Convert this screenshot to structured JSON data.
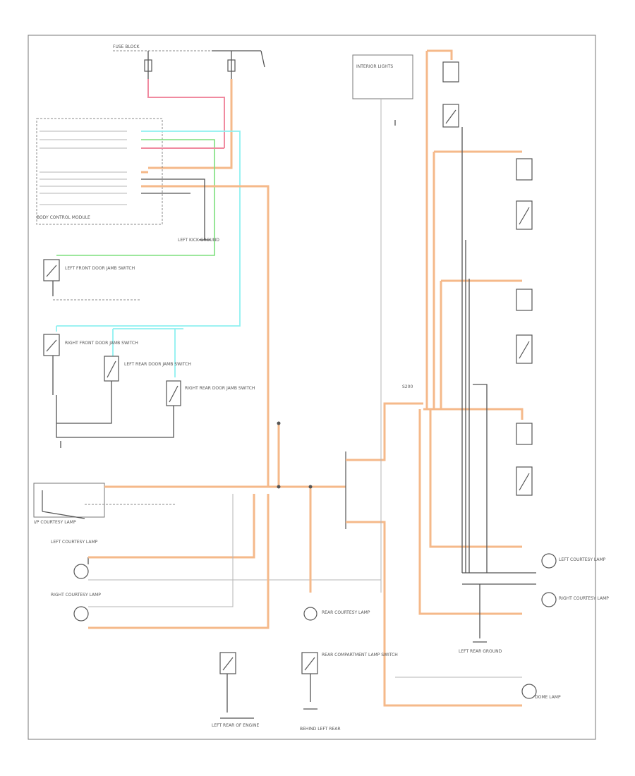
{
  "diagram": {
    "footer_code": "",
    "colors": {
      "black_wire": "#555555",
      "orange_wire": "#f5b98a",
      "pink_wire": "#f08aa0",
      "green_wire": "#7ddf7d",
      "cyan_wire": "#8ff0f0",
      "gray_wire": "#b5b5b5",
      "frame": "#777777"
    },
    "labels": {
      "instrument_panel_lamp": "I/P COURTESY LAMP",
      "left_door_courtesy": "LEFT COURTESY LAMP",
      "right_door_courtesy": "RIGHT COURTESY LAMP",
      "dome_lamp": "DOME LAMP",
      "rear_courtesy": "REAR COURTESY LAMP",
      "rear_compartment_switch": "REAR COMPARTMENT LAMP SWITCH",
      "left_courtesy_lamp_r": "LEFT COURTESY LAMP",
      "right_courtesy_lamp_r": "RIGHT COURTESY LAMP",
      "ground_left_kick": "LEFT KICK GROUND",
      "ground_left_rear": "LEFT REAR GROUND",
      "ground_bottom_left": "LEFT REAR OF ENGINE",
      "ground_bottom_mid": "BEHIND LEFT REAR",
      "body_control_module": "BODY CONTROL MODULE",
      "left_front_door_jamb": "LEFT FRONT DOOR JAMB SWITCH",
      "right_front_door_jamb": "RIGHT FRONT DOOR JAMB SWITCH",
      "left_rear_door_jamb": "LEFT REAR DOOR JAMB SWITCH",
      "right_rear_door_jamb": "RIGHT REAR DOOR JAMB SWITCH",
      "splice": "S200",
      "interior_lights": "INTERIOR LIGHTS",
      "fuse_block": "FUSE BLOCK"
    }
  }
}
